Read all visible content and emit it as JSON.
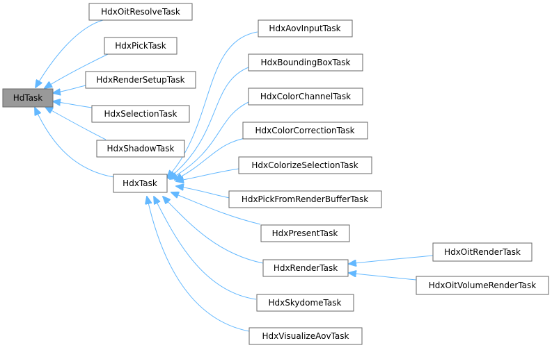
{
  "diagram": {
    "nodes": {
      "hdtask": "HdTask",
      "hdx_oit_resolve_task": "HdxOitResolveTask",
      "hdx_pick_task": "HdxPickTask",
      "hdx_render_setup_task": "HdxRenderSetupTask",
      "hdx_selection_task": "HdxSelectionTask",
      "hdx_shadow_task": "HdxShadowTask",
      "hdx_task": "HdxTask",
      "hdx_aov_input_task": "HdxAovInputTask",
      "hdx_bounding_box_task": "HdxBoundingBoxTask",
      "hdx_color_channel_task": "HdxColorChannelTask",
      "hdx_color_correction_task": "HdxColorCorrectionTask",
      "hdx_colorize_selection_task": "HdxColorizeSelectionTask",
      "hdx_pick_from_render_buffer_task": "HdxPickFromRenderBufferTask",
      "hdx_present_task": "HdxPresentTask",
      "hdx_render_task": "HdxRenderTask",
      "hdx_skydome_task": "HdxSkydomeTask",
      "hdx_visualize_aov_task": "HdxVisualizeAovTask",
      "hdx_oit_render_task": "HdxOitRenderTask",
      "hdx_oit_volume_render_task": "HdxOitVolumeRenderTask"
    },
    "edges": [
      {
        "from": "hdx_oit_resolve_task",
        "to": "hdtask"
      },
      {
        "from": "hdx_pick_task",
        "to": "hdtask"
      },
      {
        "from": "hdx_render_setup_task",
        "to": "hdtask"
      },
      {
        "from": "hdx_selection_task",
        "to": "hdtask"
      },
      {
        "from": "hdx_shadow_task",
        "to": "hdtask"
      },
      {
        "from": "hdx_task",
        "to": "hdtask"
      },
      {
        "from": "hdx_aov_input_task",
        "to": "hdx_task"
      },
      {
        "from": "hdx_bounding_box_task",
        "to": "hdx_task"
      },
      {
        "from": "hdx_color_channel_task",
        "to": "hdx_task"
      },
      {
        "from": "hdx_color_correction_task",
        "to": "hdx_task"
      },
      {
        "from": "hdx_colorize_selection_task",
        "to": "hdx_task"
      },
      {
        "from": "hdx_pick_from_render_buffer_task",
        "to": "hdx_task"
      },
      {
        "from": "hdx_present_task",
        "to": "hdx_task"
      },
      {
        "from": "hdx_render_task",
        "to": "hdx_task"
      },
      {
        "from": "hdx_skydome_task",
        "to": "hdx_task"
      },
      {
        "from": "hdx_visualize_aov_task",
        "to": "hdx_task"
      },
      {
        "from": "hdx_oit_render_task",
        "to": "hdx_render_task"
      },
      {
        "from": "hdx_oit_volume_render_task",
        "to": "hdx_render_task"
      }
    ],
    "colors": {
      "edge": "#63b8ff",
      "root_fill": "#999999",
      "node_border": "#666666",
      "node_fill": "#ffffff"
    }
  }
}
